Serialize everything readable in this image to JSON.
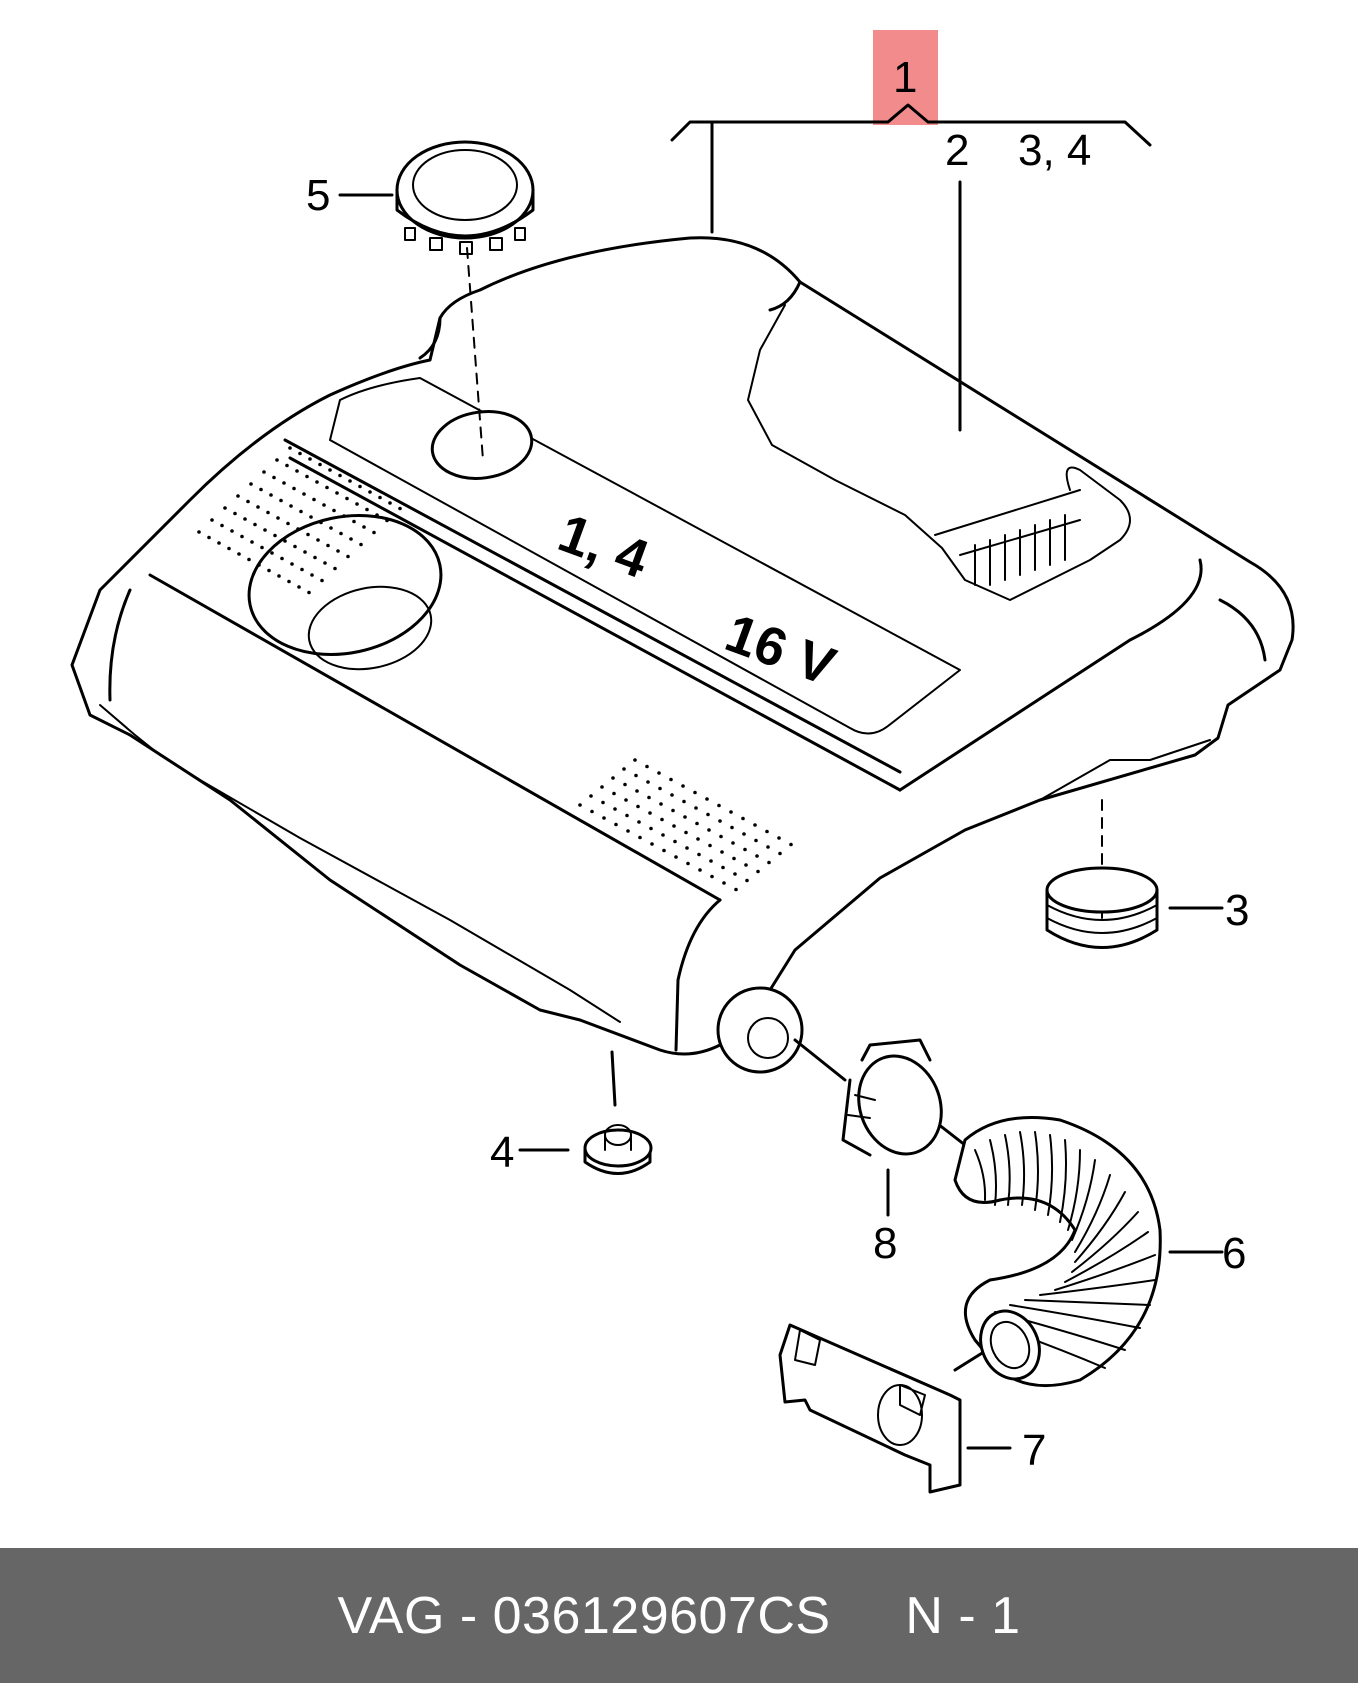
{
  "diagram": {
    "callouts": [
      {
        "id": "1",
        "text": "1",
        "highlighted": true
      },
      {
        "id": "2",
        "text": "2"
      },
      {
        "id": "3-4-header",
        "text": "3,  4"
      },
      {
        "id": "3",
        "text": "3"
      },
      {
        "id": "4",
        "text": "4"
      },
      {
        "id": "5",
        "text": "5"
      },
      {
        "id": "6",
        "text": "6"
      },
      {
        "id": "7",
        "text": "7"
      },
      {
        "id": "8",
        "text": "8"
      }
    ],
    "embossing": {
      "displacement": "1, 4",
      "valves": "16 V"
    },
    "highlight_color": "#f28b8b",
    "line_color": "#000000"
  },
  "footer": {
    "text": "VAG - 036129607CS     N - 1",
    "background": "#666666",
    "text_color": "#ffffff"
  }
}
